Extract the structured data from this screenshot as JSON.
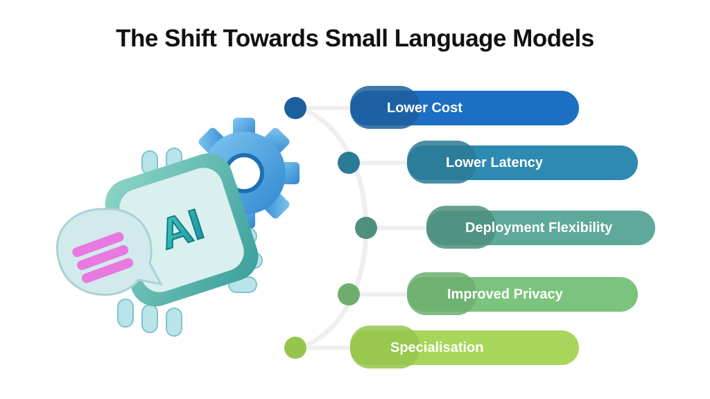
{
  "title": "The Shift Towards Small Language Models",
  "illustration": {
    "chip_text": "AI",
    "icons": [
      "ai-chip-icon",
      "gear-icon",
      "chat-bubble-icon"
    ]
  },
  "items": [
    {
      "label": "Lower Cost",
      "color": "#1C6FC3",
      "dot": "#1C5F9E"
    },
    {
      "label": "Lower Latency",
      "color": "#2E8AB0",
      "dot": "#2B7A96"
    },
    {
      "label": "Deployment Flexibility",
      "color": "#5FA99A",
      "dot": "#4E8F7E"
    },
    {
      "label": "Improved Privacy",
      "color": "#7CC47D",
      "dot": "#6DAE6E"
    },
    {
      "label": "Specialisation",
      "color": "#A8D65A",
      "dot": "#95C64B"
    }
  ]
}
